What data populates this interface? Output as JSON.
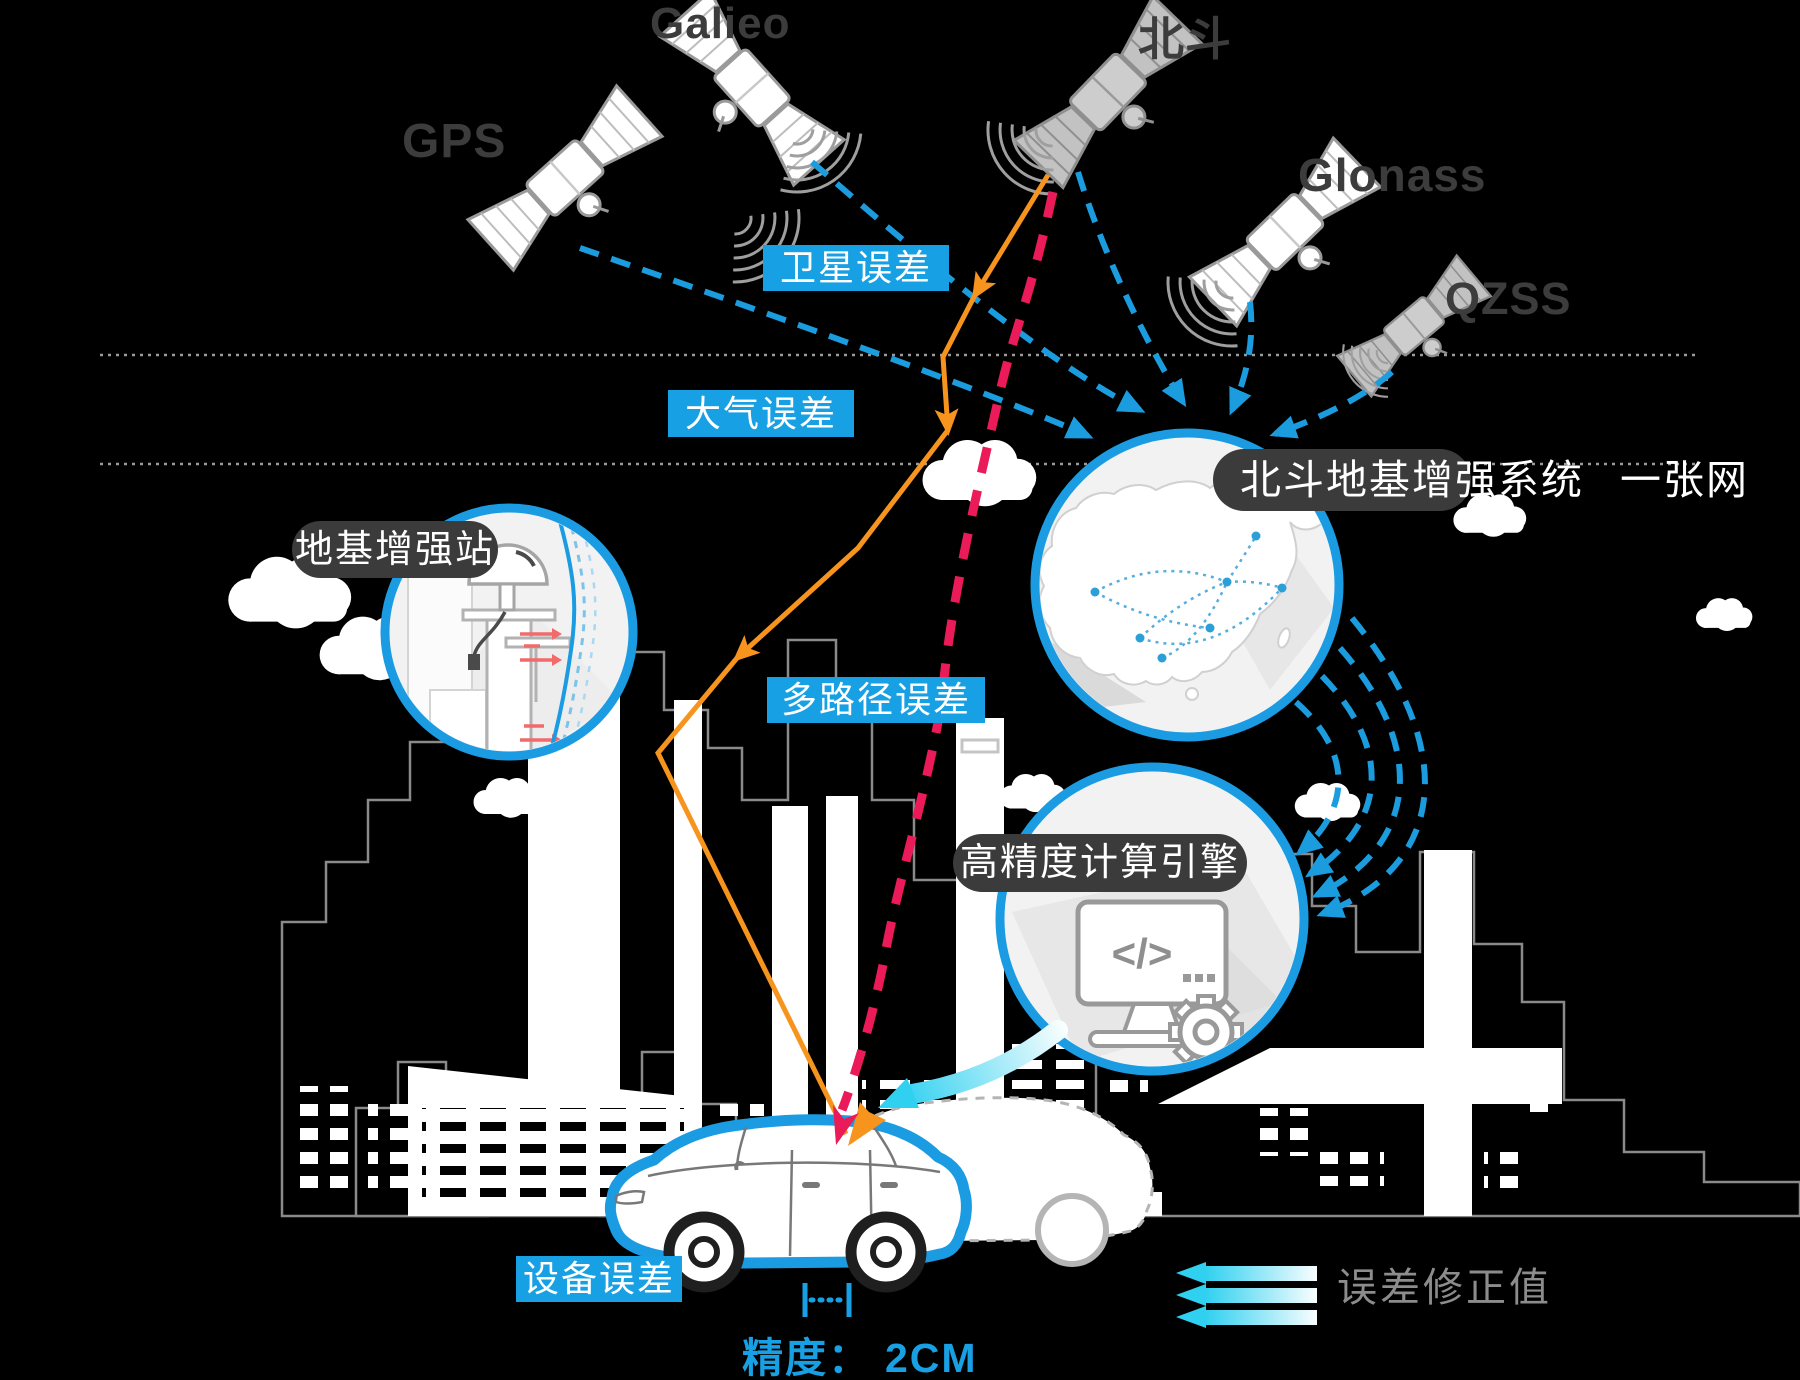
{
  "satellites": {
    "gps": "GPS",
    "galileo": "Galieo",
    "beidou": "北斗",
    "glonass": "Glonass",
    "qzss": "QZSS"
  },
  "error_labels": {
    "satellite": "卫星误差",
    "atmospheric": "大气误差",
    "multipath": "多路径误差",
    "device": "设备误差"
  },
  "system_labels": {
    "ground_station": "地基增强站",
    "augmentation_system": "北斗地基增强系统",
    "network": "一张网",
    "engine": "高精度计算引擎"
  },
  "legend": {
    "correction_value": "误差修正值",
    "accuracy_prefix": "精度：",
    "accuracy_value": "2CM"
  },
  "engine_icon": {
    "code_glyph": "</>"
  },
  "colors": {
    "accent_blue": "#18a0e4",
    "signal_blue": "#1b9cdf",
    "ring_blue": "#1b9ce2",
    "orange": "#f7941e",
    "crimson": "#ea1b58",
    "cyan": "#2fd0f0",
    "dark_label": "#3b3b3b",
    "gray_text": "#8c8c8c",
    "satellite_text": "#3c3c3c"
  }
}
